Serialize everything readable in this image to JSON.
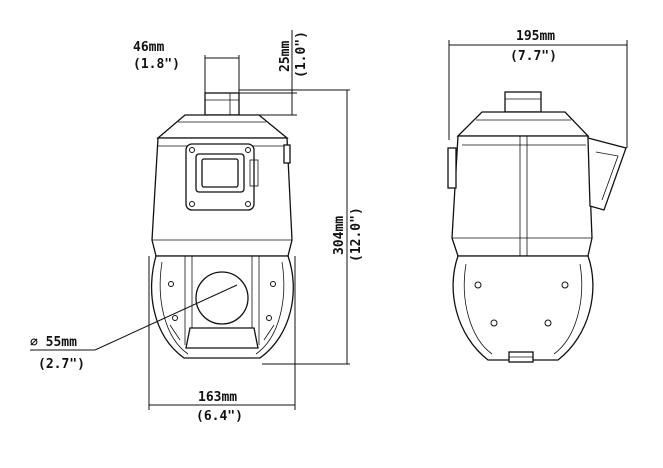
{
  "dimensions": {
    "mount_width": {
      "mm": "46mm",
      "inch": "(1.8\")"
    },
    "mount_height": {
      "mm": "25mm",
      "inch": "(1.0\")"
    },
    "total_height": {
      "mm": "304mm",
      "inch": "(12.0\")"
    },
    "body_width": {
      "mm": "163mm",
      "inch": "(6.4\")"
    },
    "depth": {
      "mm": "195mm",
      "inch": "(7.7\")"
    },
    "lens_diameter": {
      "mm": "∅ 55mm",
      "inch": "(2.7\")"
    }
  },
  "colors": {
    "line": "#111111",
    "background": "#ffffff"
  }
}
